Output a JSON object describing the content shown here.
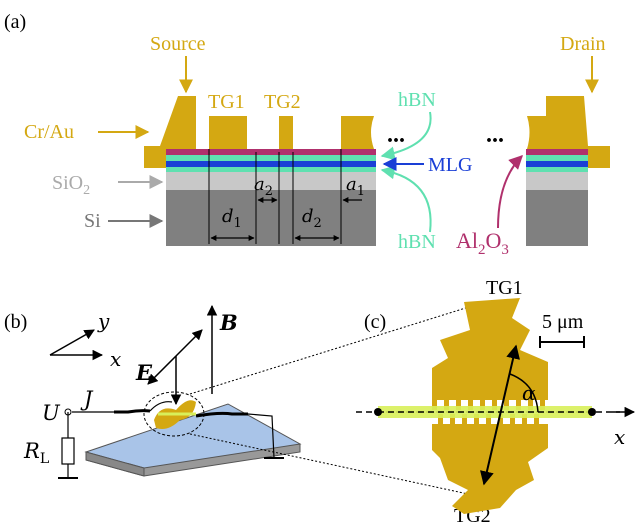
{
  "panels": {
    "a": "(a)",
    "b": "(b)",
    "c": "(c)"
  },
  "panel_a": {
    "source": "Source",
    "drain": "Drain",
    "tg1": "TG1",
    "tg2": "TG2",
    "metal": "Cr/Au",
    "sio2": "SiO",
    "sio2_sub": "2",
    "si": "Si",
    "hbn_top": "hBN",
    "hbn_bottom": "hBN",
    "mlg": "MLG",
    "al2o3_a": "Al",
    "al2o3_sub1": "2",
    "al2o3_b": "O",
    "al2o3_sub2": "3",
    "ellipsis": "...",
    "a2": "a",
    "a2_sub": "2",
    "a1": "a",
    "a1_sub": "1",
    "d1": "d",
    "d1_sub": "1",
    "d2": "d",
    "d2_sub": "2"
  },
  "panel_b": {
    "axis_y": "y",
    "axis_x": "x",
    "field_e": "E",
    "field_b": "B",
    "voltage": "U",
    "current": "J",
    "resistor": "R",
    "resistor_sub": "L"
  },
  "panel_c": {
    "tg1": "TG1",
    "tg2": "TG2",
    "scale": "5 μm",
    "angle": "α",
    "axis_x": "x"
  },
  "colors": {
    "gold": "#d4a812",
    "hbn": "#5fe0b0",
    "mlg": "#1a3fd6",
    "al2o3": "#b0306c",
    "sio2": "#c8c8c8",
    "si": "#808080",
    "substrate": "#a9c4e8",
    "channel": "#d8ef5a"
  }
}
